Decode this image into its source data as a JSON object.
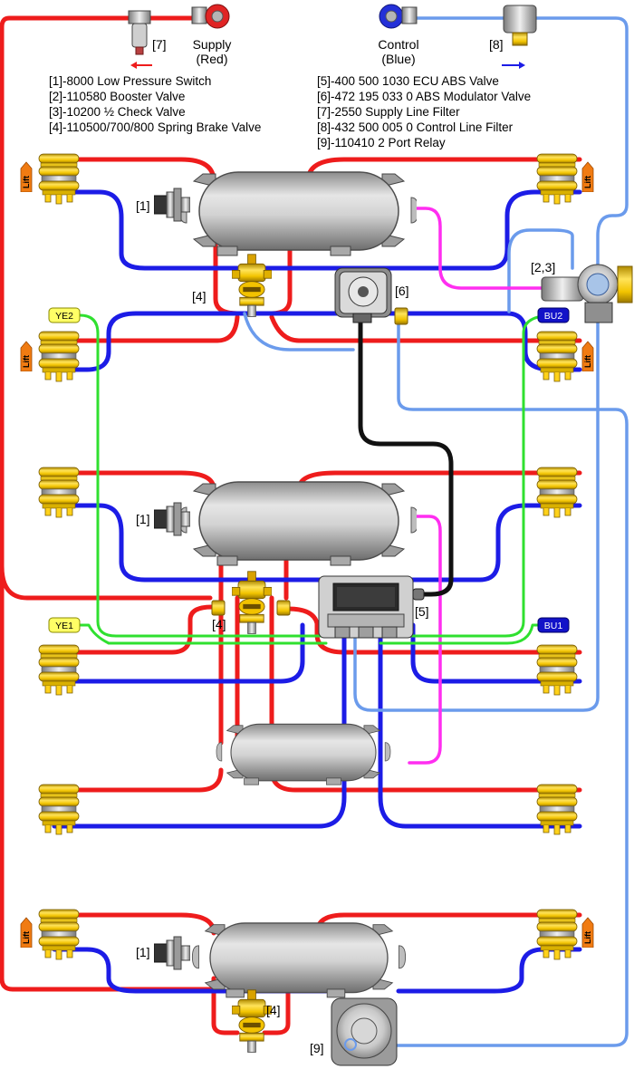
{
  "header": {
    "supply_label": "Supply",
    "supply_sub": "(Red)",
    "control_label": "Control",
    "control_sub": "(Blue)"
  },
  "legend_left": [
    "[1]-8000 Low Pressure Switch",
    "[2]-110580 Booster Valve",
    "[3]-10200 ½ Check Valve",
    "[4]-110500/700/800 Spring Brake Valve"
  ],
  "legend_right": [
    "[5]-400 500 1030 ECU ABS Valve",
    "[6]-472 195 033 0 ABS Modulator Valve",
    "[7]-2550 Supply Line Filter",
    "[8]-432 500 005 0 Control Line Filter",
    "[9]-110410 2 Port Relay"
  ],
  "tags": {
    "t1": "[1]",
    "t4": "[4]",
    "t5": "[5]",
    "t6": "[6]",
    "t7": "[7]",
    "t8": "[8]",
    "t9": "[9]",
    "t23": "[2,3]"
  },
  "lift_label": "Lift",
  "sensors": {
    "ye2": "YE2",
    "ye1": "YE1",
    "bu2": "BU2",
    "bu1": "BU1"
  },
  "colors": {
    "supply": "#ee1c1c",
    "control": "#1c1ce6",
    "aux": "#6b9bec",
    "delivery": "#ff2ef0",
    "sensor_wire": "#2fe02f",
    "yellow_chip": "#ffff66",
    "blue_chip": "#1212c8"
  }
}
